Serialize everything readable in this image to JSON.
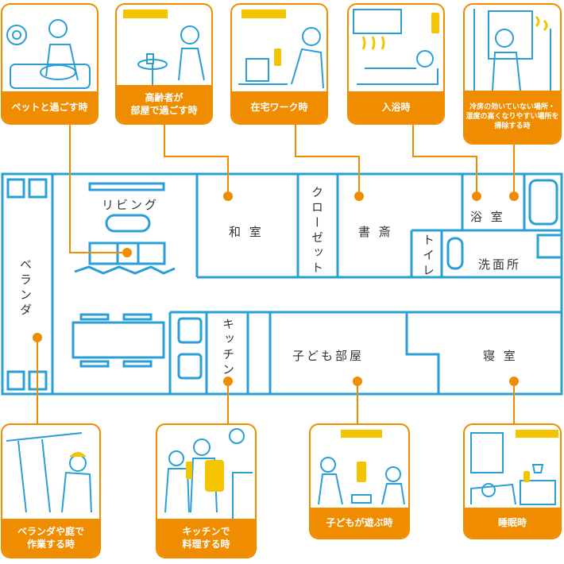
{
  "rooms": {
    "living": "リビング",
    "washitsu": "和 室",
    "closet": "クローゼット",
    "study": "書 斎",
    "bath": "浴 室",
    "toilet": "トイレ",
    "washroom": "洗面所",
    "veranda": "ベランダ",
    "kitchen": "キッチン",
    "kids_room": "子ども部屋",
    "bedroom": "寝 室"
  },
  "scenes": {
    "pet": "ペットと過ごす時",
    "elderly": "高齢者が\n部屋で過ごす時",
    "telework": "在宅ワーク時",
    "bathing": "入浴時",
    "cleaning": "冷房の効いていない場所・\n湿度の高くなりやすい場所を\n掃除する時",
    "veranda_work": "ベランダや庭で\n作業する時",
    "cooking": "キッチンで\n料理する時",
    "kids_play": "子どもが遊ぶ時",
    "sleeping": "睡眠時"
  },
  "colors": {
    "accent": "#f08c00",
    "wall": "#2a9fd6",
    "aircon": "#f5c400"
  }
}
